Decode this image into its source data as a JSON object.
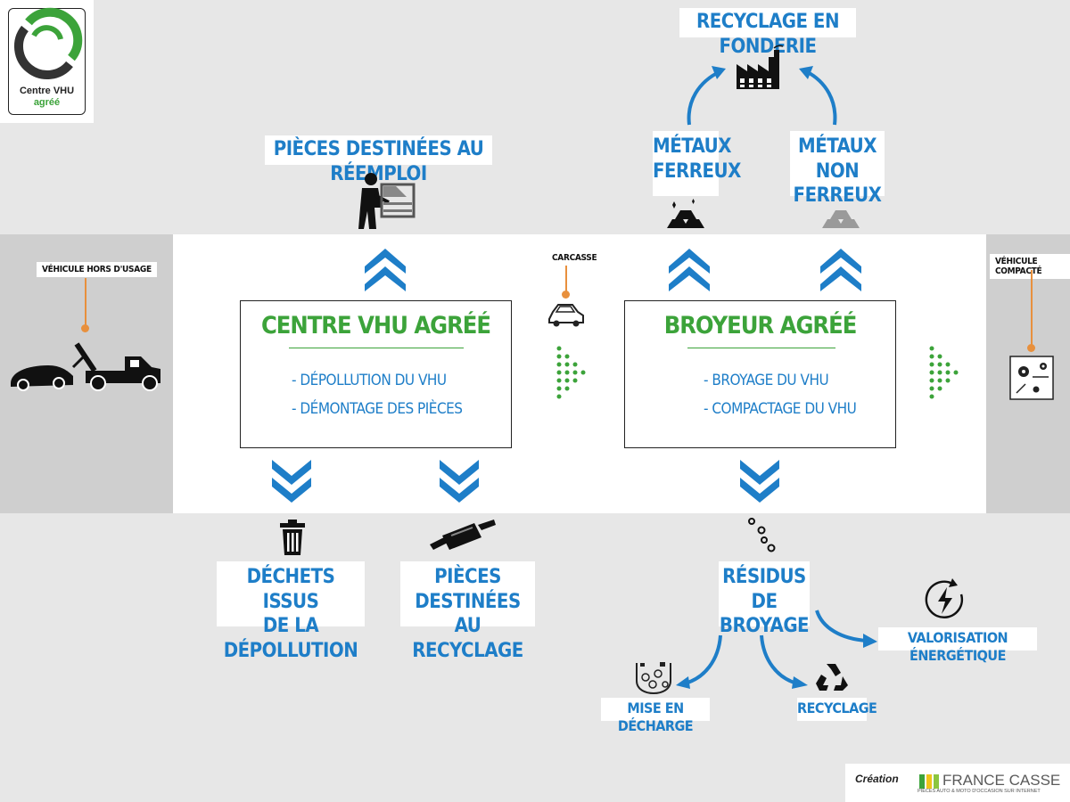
{
  "logo": {
    "line1": "Centre VHU",
    "line2": "agréé"
  },
  "labels": {
    "fonderie": "Recyclage en fonderie",
    "reemploi": "Pièces destinées au réemploi",
    "metaux_ferreux_1": "Métaux",
    "metaux_ferreux_2": "ferreux",
    "metaux_non_ferreux_1": "Métaux non",
    "metaux_non_ferreux_2": "ferreux",
    "vhu": "Véhicule hors d'usage",
    "carcasse": "Carcasse",
    "compacte": "Véhicule compacté",
    "dechets_1": "Déchets issus",
    "dechets_2": "de la dépollution",
    "recyclage_pieces_1": "Pièces destinées",
    "recyclage_pieces_2": "au recyclage",
    "residus_1": "Résidus de",
    "residus_2": "broyage",
    "valorisation": "Valorisation énergétique",
    "decharge": "Mise en décharge",
    "recyclage": "Recyclage"
  },
  "centre_box": {
    "title": "Centre VHU agréé",
    "lines": [
      "- Dépollution du VHU",
      "- Démontage des pièces"
    ]
  },
  "broyeur_box": {
    "title": "Broyeur agréé",
    "lines": [
      "- Broyage du VHU",
      "- Compactage du VHU"
    ]
  },
  "credit": {
    "label": "Création",
    "brand": "FRANCE CASSE",
    "tagline": "PIÈCES AUTO & MOTO D'OCCASION SUR INTERNET"
  },
  "colors": {
    "blue": "#1e7ec8",
    "green": "#3ca33a",
    "orange": "#e8903d",
    "band_grey": "#cfcfcf"
  }
}
